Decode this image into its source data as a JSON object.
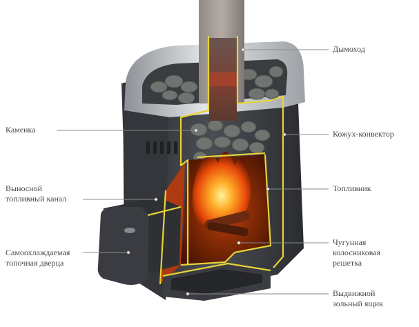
{
  "colors": {
    "background": "#ffffff",
    "stove_body": "#3b3d42",
    "steel_trim": "#b9bcc0",
    "cutaway_outline": "#e6d437",
    "fire": "#ff7a12",
    "stones": "#6f7471",
    "label_text": "#4a4a4a",
    "leader_lines": "#8a8a8a"
  },
  "labels": {
    "chimney": "Дымоход",
    "stones_compartment": "Каменка",
    "convector_jacket": "Кожух-конвектор",
    "firebox": "Топливник",
    "remote_fuel_channel": [
      "Выносной",
      "топливный канал"
    ],
    "cast_iron_grate": [
      "Чугунная",
      "колосниковая",
      "решетка"
    ],
    "self_cooling_door": [
      "Самоохлаждаемая",
      "топочная дверца"
    ],
    "ash_drawer": [
      "Выдвижной",
      "зольный ящик"
    ]
  }
}
